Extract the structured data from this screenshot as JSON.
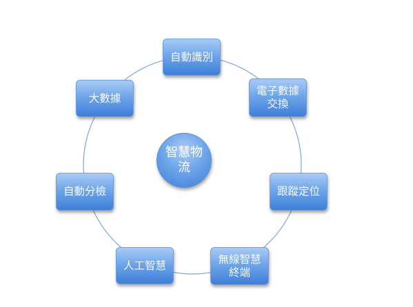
{
  "diagram": {
    "center": {
      "label": "智慧物流"
    },
    "nodes": [
      {
        "label": "自動識別"
      },
      {
        "label": "電子數據交換"
      },
      {
        "label": "跟蹤定位"
      },
      {
        "label": "無線智慧終端"
      },
      {
        "label": "人工智慧"
      },
      {
        "label": "自動分檢"
      },
      {
        "label": "大數據"
      }
    ],
    "colors": {
      "ring": "#7fa6d3",
      "node_top": "#a9cbf5",
      "node_bottom": "#3f7fd8",
      "text": "#ffffff"
    }
  }
}
